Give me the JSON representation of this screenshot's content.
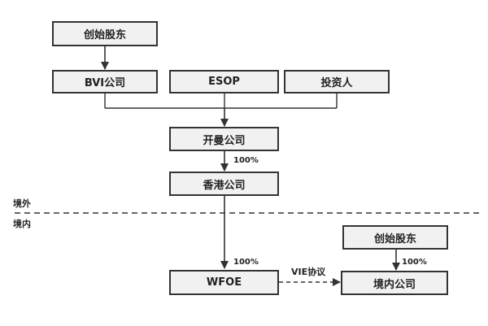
{
  "nodes": {
    "founder_top": "创始股东",
    "bvi": "BVI公司",
    "esop": "ESOP",
    "investors": "投资人",
    "cayman": "开曼公司",
    "hongkong": "香港公司",
    "founder_domestic": "创始股东",
    "wfoe": "WFOE",
    "domestic_company": "境内公司"
  },
  "edge_labels": {
    "cayman_to_hk": "100%",
    "hk_to_wfoe": "100%",
    "founder_to_domestic": "100%",
    "vie": "VIE协议"
  },
  "zones": {
    "offshore": "境外",
    "onshore": "境内"
  },
  "colors": {
    "box_fill": "#f1f1f1",
    "box_border": "#333333",
    "line": "#333333"
  }
}
